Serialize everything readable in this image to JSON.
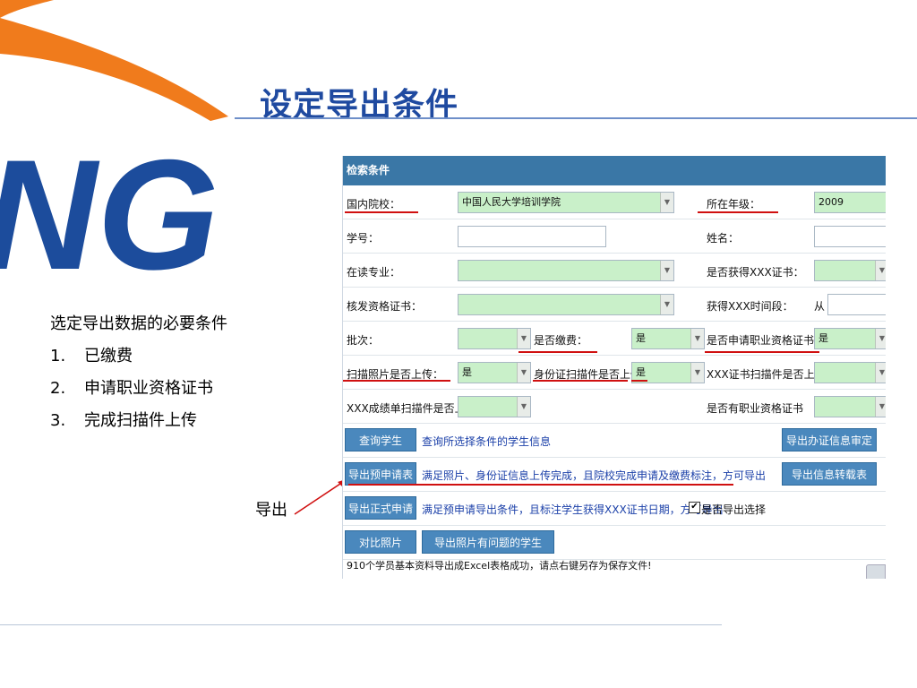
{
  "slide": {
    "title": "设定导出条件",
    "logo_text": "NG",
    "notes": [
      {
        "num": "",
        "text": "选定导出数据的必要条件"
      },
      {
        "num": "1.",
        "text": "已缴费"
      },
      {
        "num": "2.",
        "text": "申请职业资格证书"
      },
      {
        "num": "3.",
        "text": "完成扫描件上传"
      }
    ],
    "export_label": "导出"
  },
  "form": {
    "header": "检索条件",
    "school_label": "国内院校：",
    "school_value": "中国人民大学培训学院",
    "grade_label": "所在年级：",
    "grade_value": "2009",
    "student_id_label": "学号：",
    "name_label": "姓名：",
    "major_label": "在读专业：",
    "got_cert_label": "是否获得XXX证书：",
    "cert_type_label": "核发资格证书：",
    "cert_time_label": "获得XXX时间段：",
    "from_text": "从",
    "batch_label": "批次：",
    "paid_label": "是否缴费：",
    "paid_value": "是",
    "apply_cert_label": "是否申请职业资格证书：",
    "apply_cert_value": "是",
    "photo_label": "扫描照片是否上传：",
    "photo_value": "是",
    "idcard_label": "身份证扫描件是否上传",
    "idcard_value": "是",
    "xxx_scan_label": "XXX证书扫描件是否上传",
    "transcript_label": "XXX成绩单扫描件是否上传",
    "has_cert_label": "是否有职业资格证书"
  },
  "actions": {
    "query_btn": "查询学生",
    "query_desc": "查询所选择条件的学生信息",
    "export_audit_btn": "导出办证信息审定表",
    "export_pre_btn": "导出预申请表",
    "export_pre_desc": "满足照片、身份证信息上传完成，且院校完成申请及缴费标注，方可导出",
    "export_transfer_btn": "导出信息转载表",
    "export_formal_btn": "导出正式申请表",
    "export_formal_desc": "满足预申请导出条件，且标注学生获得XXX证书日期，方可导出",
    "export_select_label": "是否导出选择",
    "export_select_mark": "✔",
    "compare_btn": "对比照片",
    "problem_btn": "导出照片有问题的学生",
    "status": "910个学员基本资料导出成Excel表格成功，请点右键另存为保存文件!"
  },
  "colors": {
    "title": "#1f4aa0",
    "header_bg": "#3a77a6",
    "button_bg": "#4a88bd",
    "select_bg": "#c9f0c9",
    "highlight": "#d01010"
  }
}
